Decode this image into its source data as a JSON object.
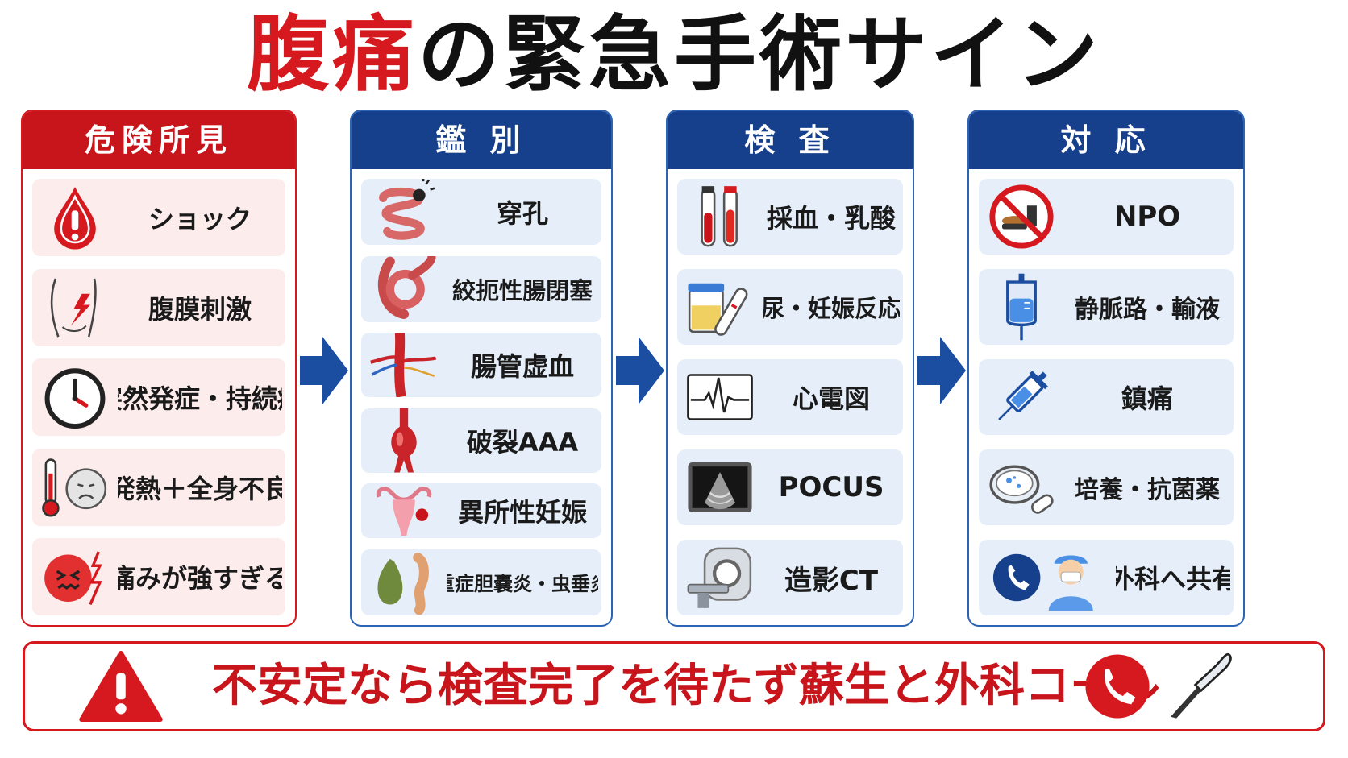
{
  "title": {
    "highlight": "腹痛",
    "rest": "の緊急手術サイン"
  },
  "columns": [
    {
      "header": "危険所見",
      "items": [
        {
          "label": "ショック",
          "icon": "blood-drop-alert-icon"
        },
        {
          "label": "腹膜刺激",
          "icon": "abdomen-pain-icon"
        },
        {
          "label": "突然発症・持続痛",
          "icon": "clock-icon"
        },
        {
          "label": "発熱＋全身不良",
          "icon": "thermometer-sick-face-icon"
        },
        {
          "label": "痛みが強すぎる",
          "icon": "pain-face-icon"
        }
      ]
    },
    {
      "header": "鑑 別",
      "items": [
        {
          "label": "穿孔",
          "icon": "intestine-perforation-icon"
        },
        {
          "label": "絞扼性腸閉塞",
          "icon": "strangulated-bowel-icon"
        },
        {
          "label": "腸管虚血",
          "icon": "mesenteric-vessels-icon"
        },
        {
          "label": "破裂AAA",
          "icon": "aortic-aneurysm-icon"
        },
        {
          "label": "異所性妊娠",
          "icon": "uterus-icon"
        },
        {
          "label": "重症胆嚢炎・虫垂炎",
          "icon": "gallbladder-appendix-icon"
        }
      ]
    },
    {
      "header": "検 査",
      "items": [
        {
          "label": "採血・乳酸",
          "icon": "blood-tubes-icon"
        },
        {
          "label": "尿・妊娠反応",
          "icon": "urine-cup-pregnancy-test-icon"
        },
        {
          "label": "心電図",
          "icon": "ecg-icon"
        },
        {
          "label": "POCUS",
          "icon": "ultrasound-icon"
        },
        {
          "label": "造影CT",
          "icon": "ct-scanner-icon"
        }
      ]
    },
    {
      "header": "対 応",
      "items": [
        {
          "label": "NPO",
          "icon": "no-food-icon"
        },
        {
          "label": "静脈路・輸液",
          "icon": "iv-bag-icon"
        },
        {
          "label": "鎮痛",
          "icon": "syringe-icon"
        },
        {
          "label": "培養・抗菌薬",
          "icon": "petri-dish-capsule-icon"
        },
        {
          "label": "外科へ共有",
          "icon": "phone-surgeon-icon"
        }
      ]
    }
  ],
  "banner": {
    "text": "不安定なら検査完了を待たず蘇生と外科コール",
    "icons": [
      "warning-icon",
      "phone-icon",
      "scalpel-icon"
    ]
  },
  "colors": {
    "red": "#c8141b",
    "navy": "#163f8c",
    "pink_bg": "#fdecec",
    "blue_bg": "#e6eff9"
  }
}
